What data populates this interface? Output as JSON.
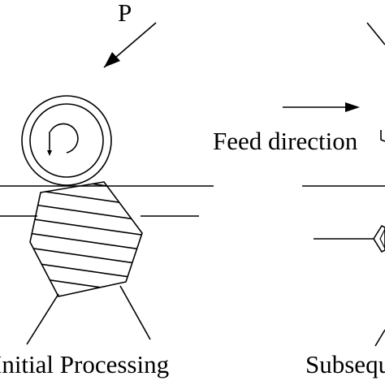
{
  "force_label": "P",
  "feed_label": "Feed direction",
  "left_caption": "Initial Processing",
  "right_caption": "Subsequ",
  "colors": {
    "line": "#000000",
    "background": "#ffffff"
  },
  "icons": {
    "force": "arrow-down-left-icon",
    "feed": "arrow-right-icon",
    "rotation": "circular-arrow-icon"
  }
}
